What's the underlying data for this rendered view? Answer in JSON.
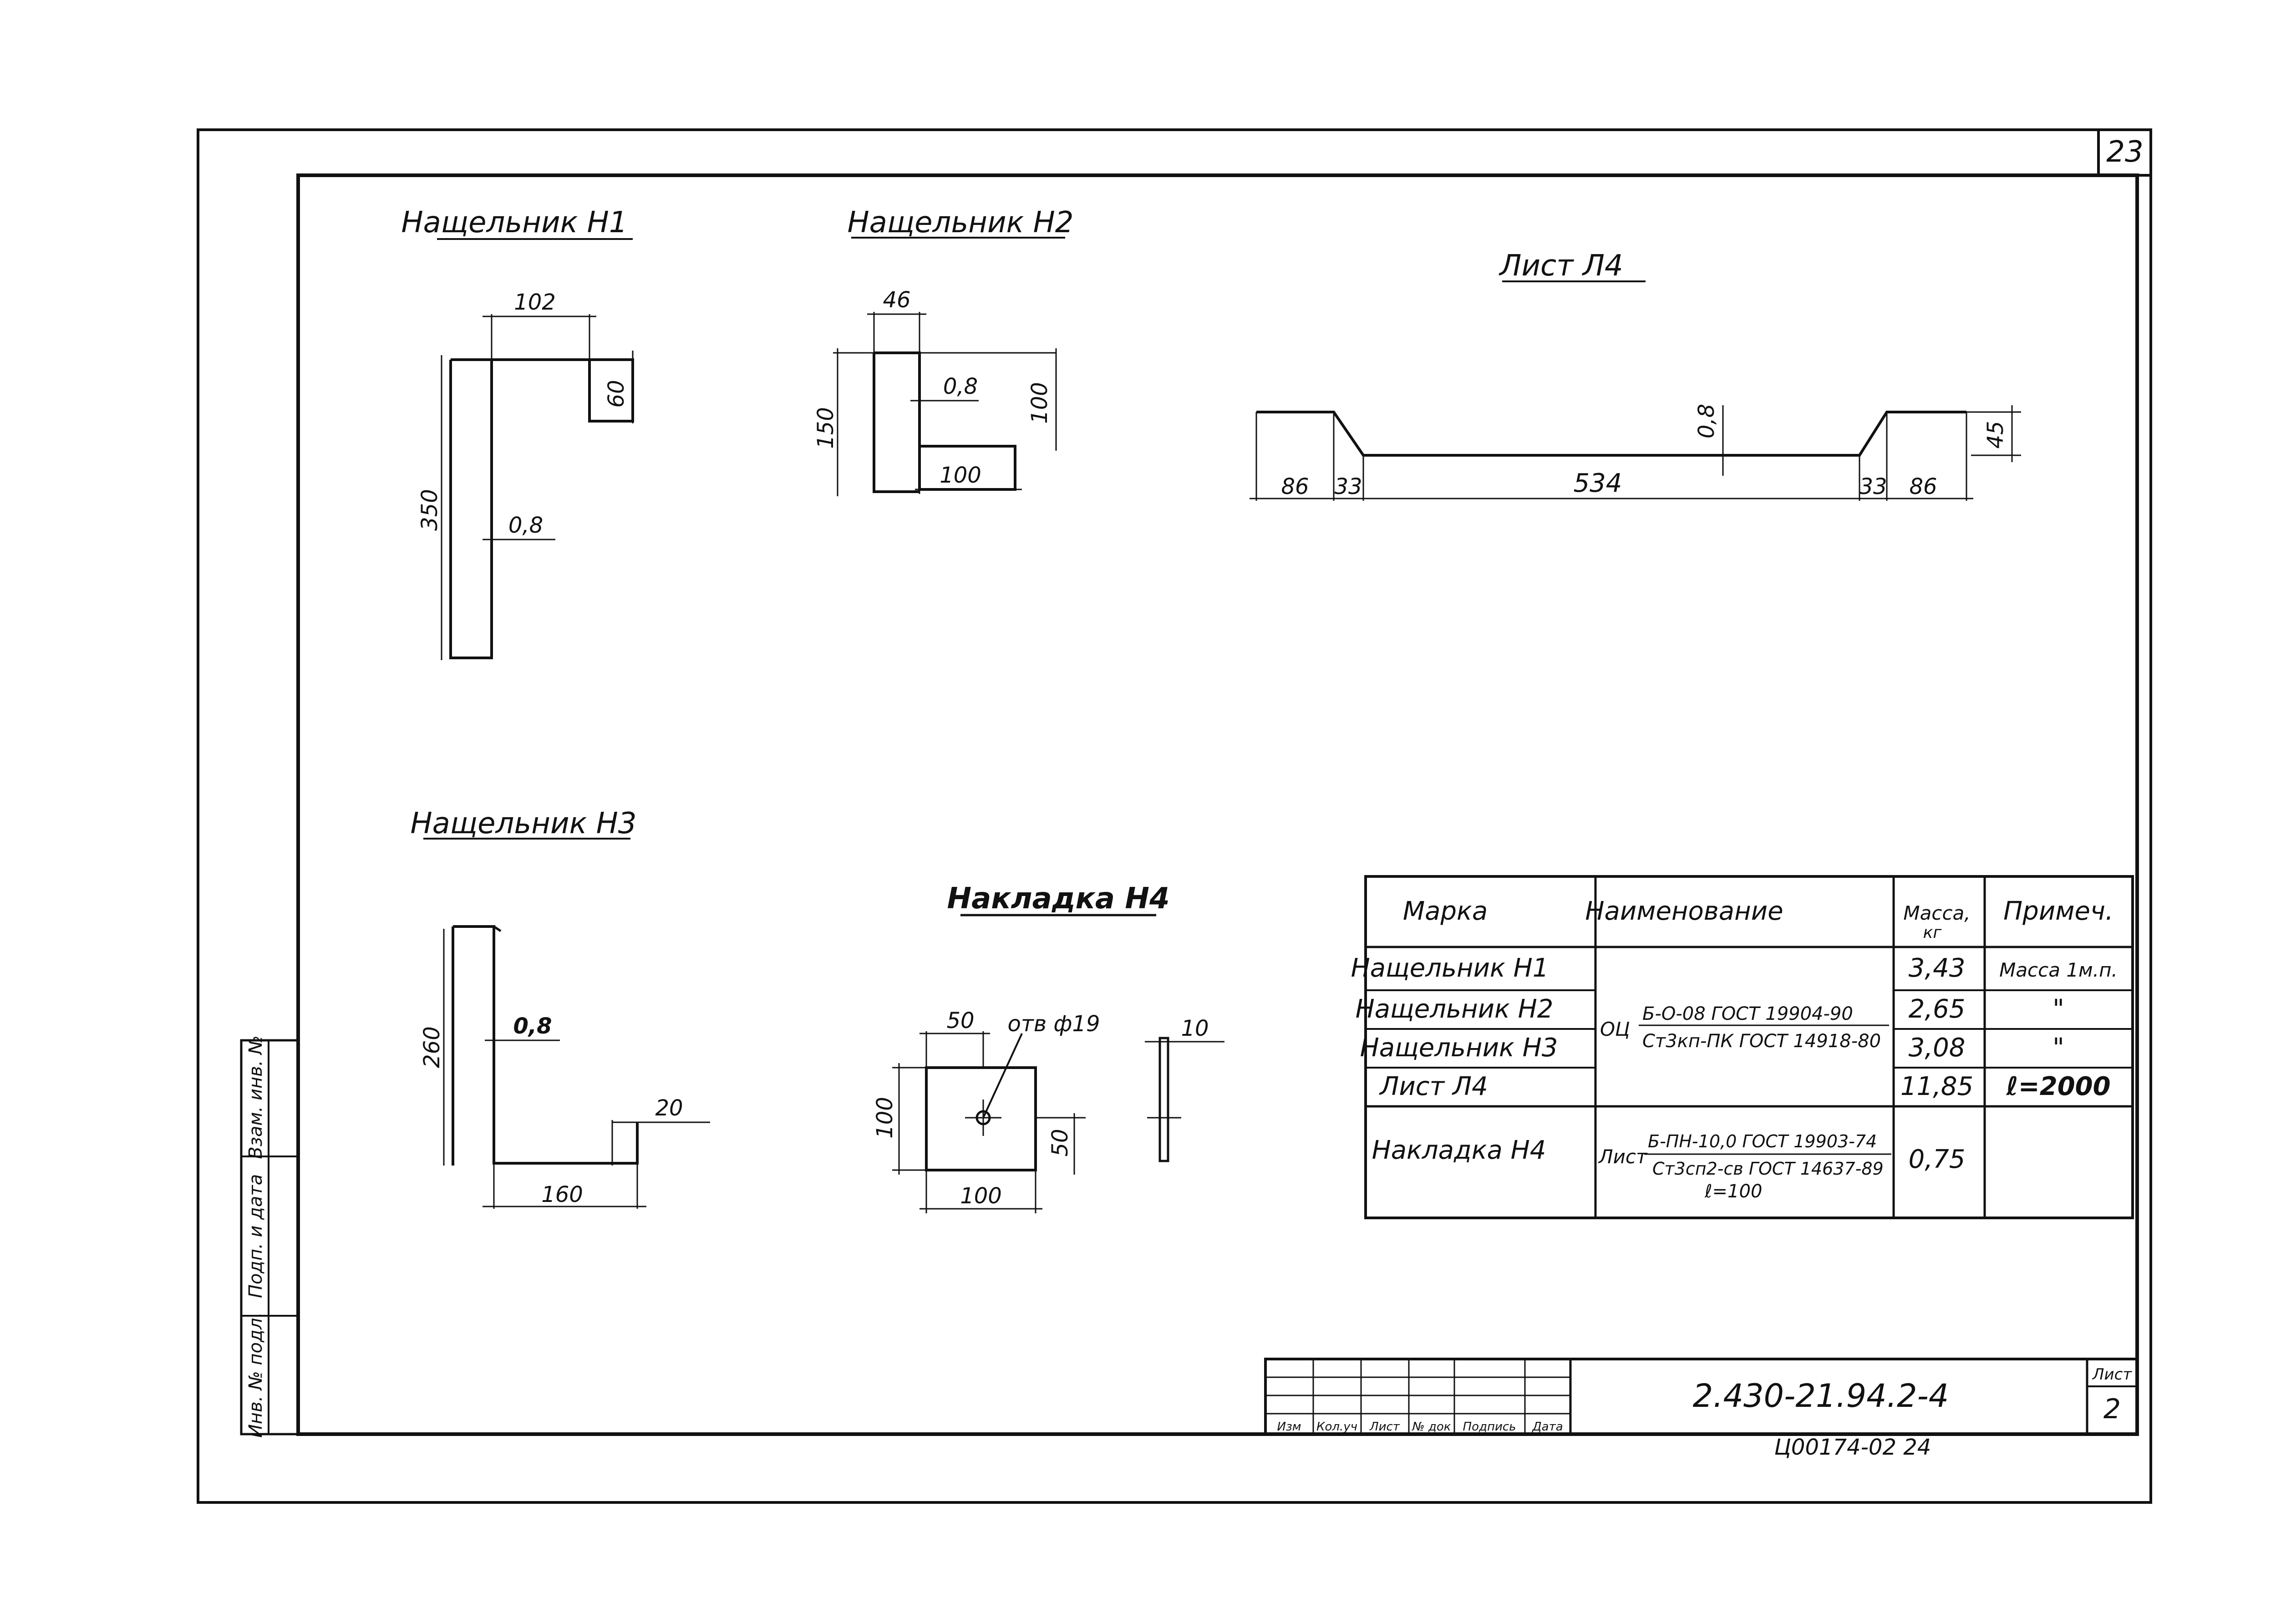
{
  "sheet_number": "23",
  "drawings": {
    "h1": {
      "title": "Нащельник Н1",
      "dims": {
        "top": "102",
        "flange": "60",
        "height": "350",
        "thick": "0,8"
      }
    },
    "h2": {
      "title": "Нащельник Н2",
      "dims": {
        "top": "46",
        "thick": "0,8",
        "right": "100",
        "left": "150",
        "bottom": "100"
      }
    },
    "l4": {
      "title": "Лист Л4",
      "dims": {
        "a": "86",
        "b": "33",
        "c": "534",
        "d": "33",
        "e": "86",
        "thick": "0,8",
        "h": "45"
      }
    },
    "h3": {
      "title": "Нащельник Н3",
      "dims": {
        "height": "260",
        "thick": "0,8",
        "flange": "20",
        "bottom": "160"
      }
    },
    "h4": {
      "title": "Накладка Н4",
      "dims": {
        "top": "50",
        "hole": "отв ф19",
        "left": "100",
        "right": "50",
        "bottom": "100",
        "thick": "10"
      }
    }
  },
  "spec_table": {
    "headers": {
      "mark": "Марка",
      "name": "Наименование",
      "mass": "Масса,",
      "mass_unit": "кг",
      "note": "Примеч."
    },
    "rows": [
      {
        "mark": "Нащельник Н1",
        "mass": "3,43",
        "note": "Масса 1м.п."
      },
      {
        "mark": "Нащельник Н2",
        "mass": "2,65",
        "note": "\""
      },
      {
        "mark": "Нащельник Н3",
        "mass": "3,08",
        "note": "\""
      },
      {
        "mark": "Лист Л4",
        "mass": "11,85",
        "note": "ℓ=2000"
      },
      {
        "mark": "Накладка Н4",
        "mass": "0,75",
        "note": ""
      }
    ],
    "material_1": {
      "prefix": "ОЦ",
      "line1": "Б-О-08 ГОСТ 19904-90",
      "line2": "Ст3кп-ПК ГОСТ 14918-80"
    },
    "material_2": {
      "prefix": "Лист",
      "line1": "Б-ПН-10,0 ГОСТ 19903-74",
      "line2": "Ст3сп2-св ГОСТ 14637-89",
      "line3": "ℓ=100"
    }
  },
  "title_block": {
    "code": "2.430-21.94.2-4",
    "sheet_label": "Лист",
    "sheet": "2",
    "cols": [
      "Изм",
      "Кол.уч",
      "Лист",
      "№ док",
      "Подпись",
      "Дата"
    ]
  },
  "left_stamp": [
    "Инв. № подл.",
    "Подп. и дата",
    "Взам. инв. №"
  ],
  "footer_note": "Ц00174-02   24"
}
